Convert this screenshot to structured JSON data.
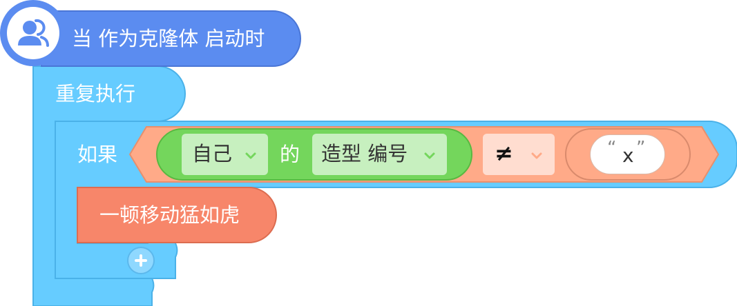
{
  "hat_block": {
    "icon": "clone-users-icon",
    "label": "当 作为克隆体 启动时",
    "color": "#5b8cf0"
  },
  "forever_block": {
    "label": "重复执行",
    "color": "#66ccff"
  },
  "if_block": {
    "label": "如果",
    "color": "#66ccff",
    "condition": {
      "operator_color": "#ffaa88",
      "sensing_color": "#74d65c",
      "sprite_dropdown": {
        "value": "自己"
      },
      "of_label": "的",
      "property_dropdown": {
        "value": "造型 编号"
      },
      "operator_dropdown": {
        "value": "≠"
      },
      "text_input": {
        "value": "x",
        "open_quote": "“",
        "close_quote": "”"
      }
    }
  },
  "custom_block": {
    "label": "一顿移动猛如虎",
    "color": "#f7866a"
  },
  "add_button": {
    "icon": "plus-icon"
  }
}
